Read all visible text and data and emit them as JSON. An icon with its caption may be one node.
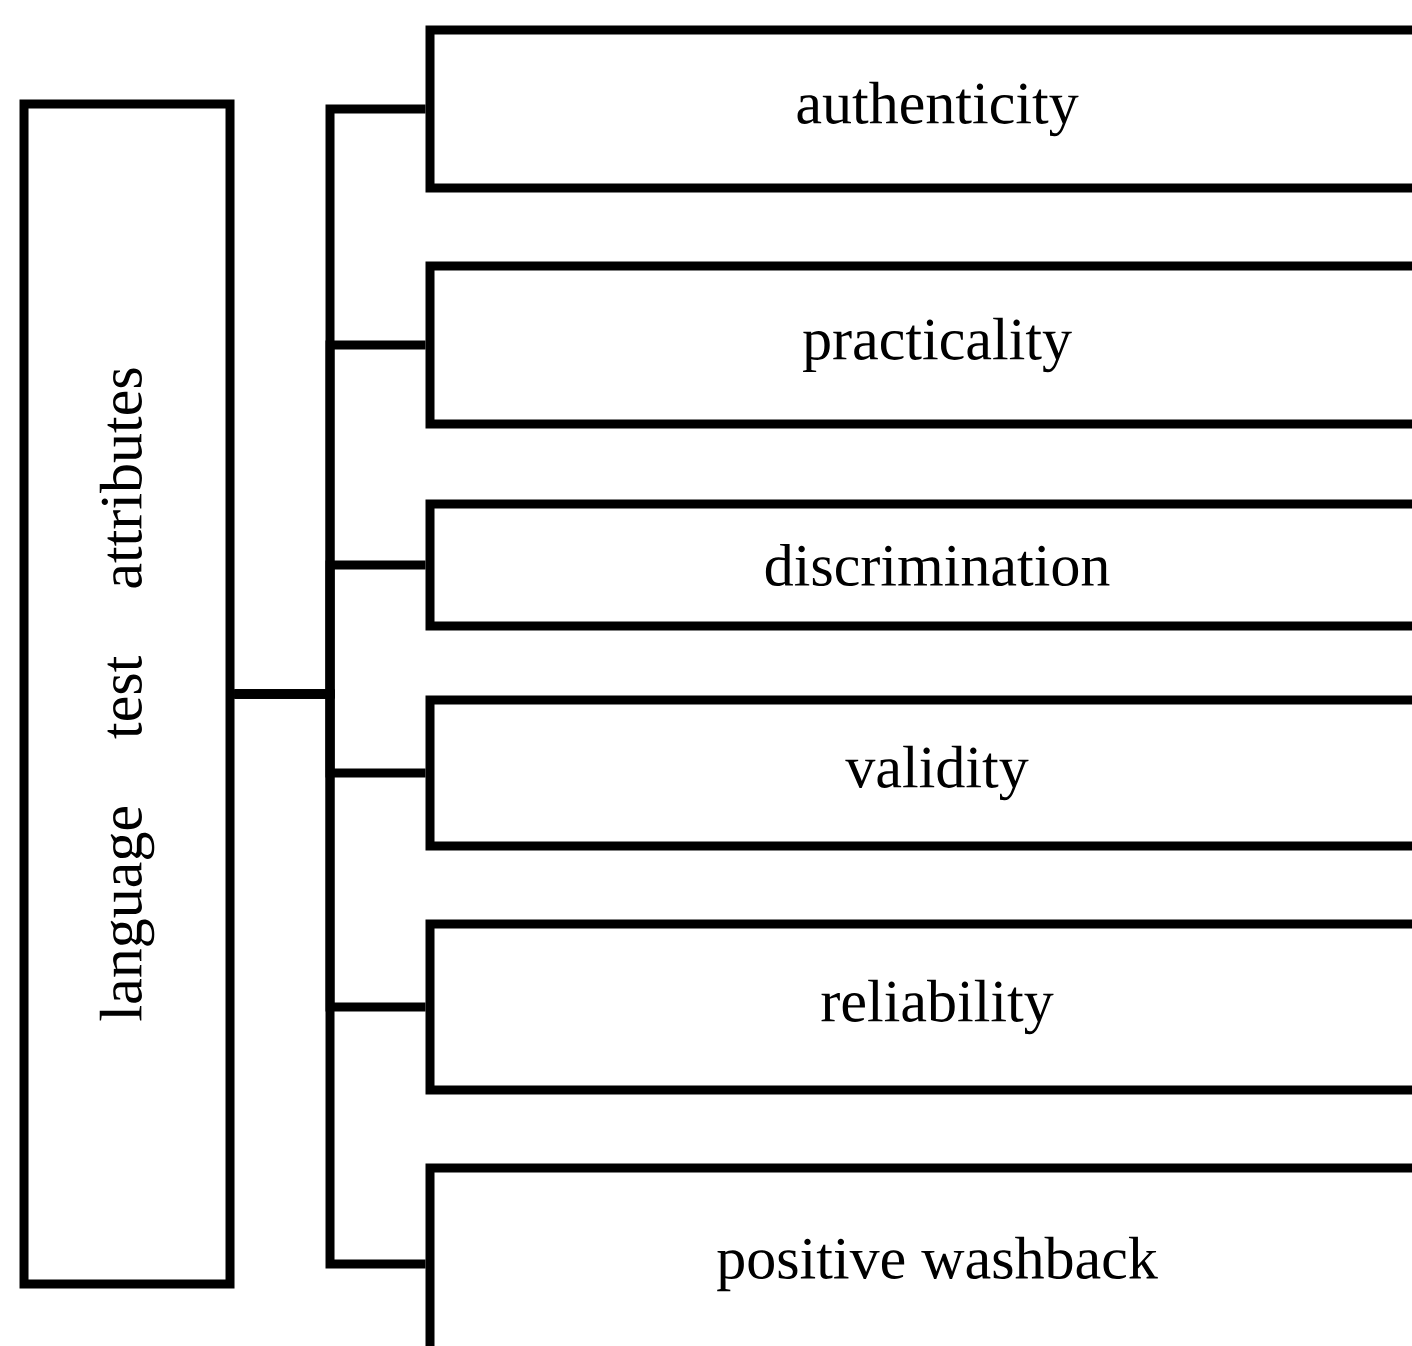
{
  "diagram": {
    "nodes": [
      {
        "text": [
          "language test attributes"
        ]
      },
      {
        "text": [
          "authenticity"
        ]
      },
      {
        "text": [
          "practicality"
        ]
      },
      {
        "text": [
          "discrimination"
        ]
      },
      {
        "text": [
          "validity"
        ]
      },
      {
        "text": [
          "reliability"
        ]
      },
      {
        "text": [
          "positive washback"
        ]
      }
    ],
    "edges": [
      {
        "from": 0,
        "to": 1,
        "arrow": "none"
      },
      {
        "from": 0,
        "to": 2,
        "arrow": "none"
      },
      {
        "from": 0,
        "to": 3,
        "arrow": "none"
      },
      {
        "from": 0,
        "to": 4,
        "arrow": "none"
      },
      {
        "from": 0,
        "to": 5,
        "arrow": "none"
      },
      {
        "from": 0,
        "to": 6,
        "arrow": "none"
      }
    ]
  }
}
